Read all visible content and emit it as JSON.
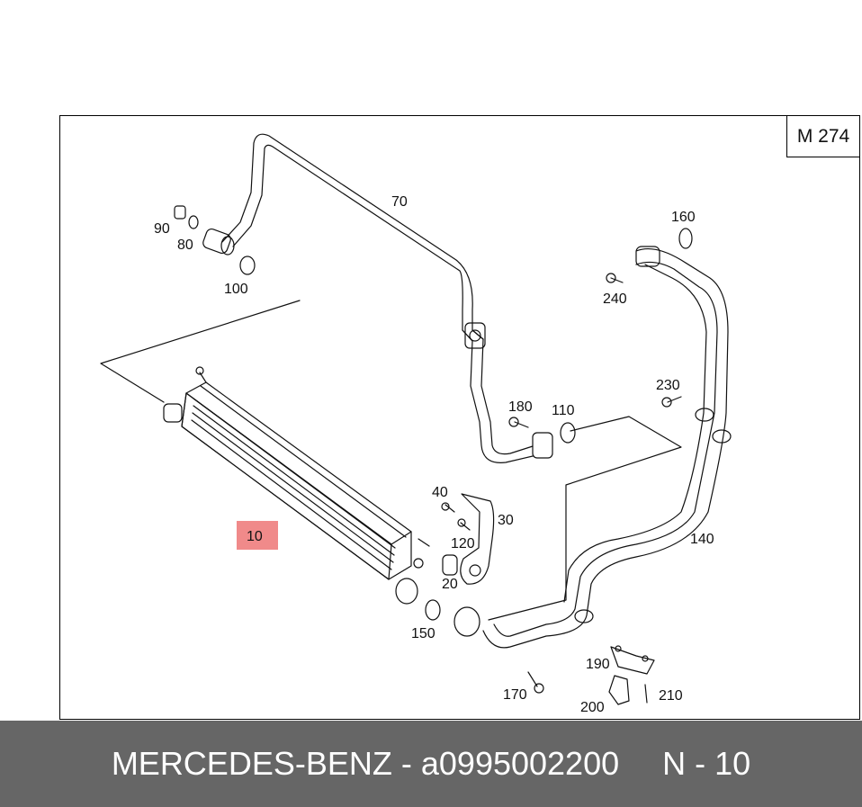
{
  "diagram": {
    "badge": "M 274",
    "callouts": [
      {
        "id": "70",
        "label": "70"
      },
      {
        "id": "90",
        "label": "90"
      },
      {
        "id": "80",
        "label": "80"
      },
      {
        "id": "100",
        "label": "100"
      },
      {
        "id": "160",
        "label": "160"
      },
      {
        "id": "240",
        "label": "240"
      },
      {
        "id": "230",
        "label": "230"
      },
      {
        "id": "180",
        "label": "180"
      },
      {
        "id": "110",
        "label": "110"
      },
      {
        "id": "40",
        "label": "40"
      },
      {
        "id": "30",
        "label": "30"
      },
      {
        "id": "120",
        "label": "120"
      },
      {
        "id": "20",
        "label": "20"
      },
      {
        "id": "140",
        "label": "140"
      },
      {
        "id": "150",
        "label": "150"
      },
      {
        "id": "190",
        "label": "190"
      },
      {
        "id": "170",
        "label": "170"
      },
      {
        "id": "210",
        "label": "210"
      },
      {
        "id": "200",
        "label": "200"
      }
    ],
    "highlight": {
      "label": "10",
      "color": "#f08a8a"
    }
  },
  "footer": {
    "brand": "MERCEDES-BENZ",
    "separator": "-",
    "part_number": "a0995002200",
    "position": "N - 10"
  },
  "colors": {
    "footer_bg": "#666666",
    "highlight": "#f08a8a"
  }
}
